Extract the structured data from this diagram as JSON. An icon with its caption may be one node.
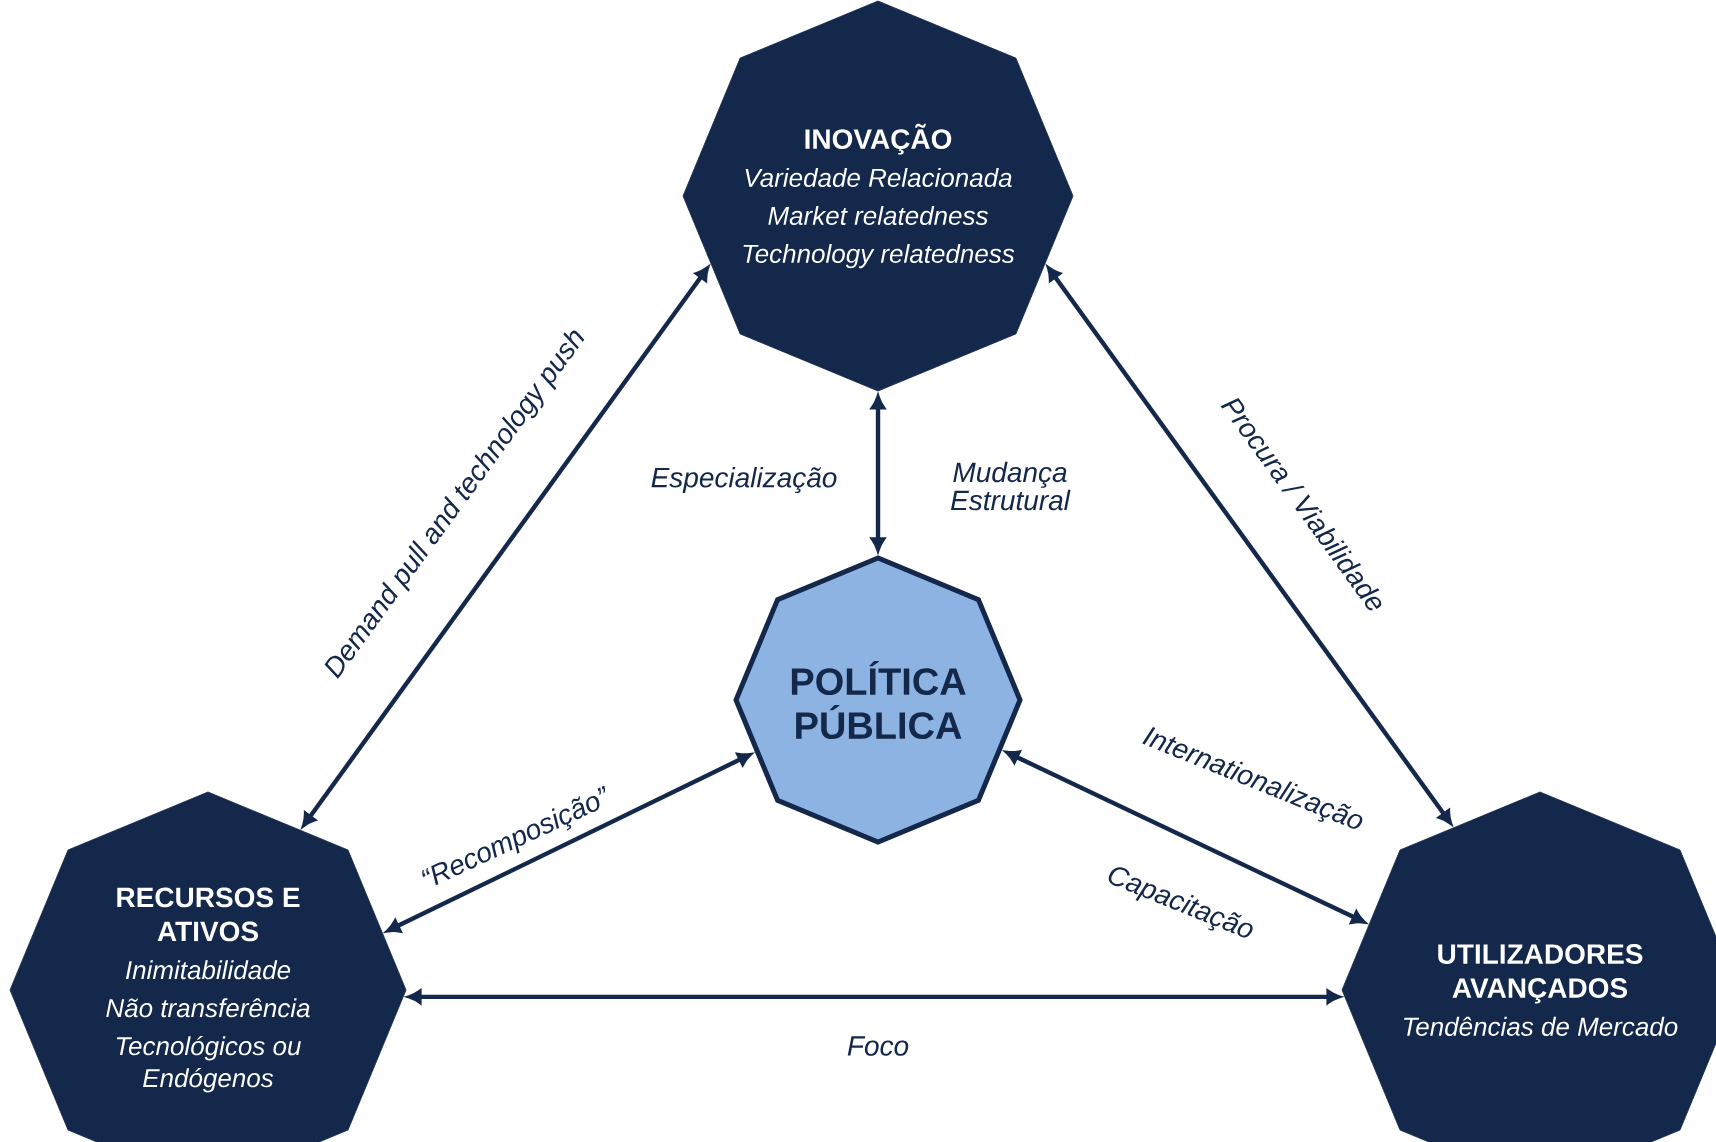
{
  "diagram": {
    "nodes": [
      {
        "text": [
          "INOVAÇÃO",
          "Variedade Relacionada",
          "Market relatedness",
          "Technology relatedness"
        ]
      },
      {
        "text": [
          "POLÍTICA PÚBLICA"
        ]
      },
      {
        "text": [
          "RECURSOS E ATIVOS",
          "Inimitabilidade",
          "Não transferência",
          "Tecnológicos ou Endógenos"
        ]
      },
      {
        "text": [
          "UTILIZADORES AVANÇADOS",
          "Tendências de Mercado"
        ]
      }
    ],
    "edges": [
      {
        "from": 0,
        "to": 2,
        "arrow": "both",
        "label": "Demand pull and technology push"
      },
      {
        "from": 0,
        "to": 3,
        "arrow": "both",
        "label": "Procura / Viabilidade"
      },
      {
        "from": 0,
        "to": 1,
        "arrow": "both"
      },
      {
        "from": 1,
        "to": 2,
        "arrow": "both",
        "label": "“Recomposição”"
      },
      {
        "from": 1,
        "to": 3,
        "arrow": "both"
      },
      {
        "from": 2,
        "to": 3,
        "arrow": "both",
        "label": "Foco"
      }
    ],
    "labels": [
      "Especialização",
      "Mudança Estrutural",
      "Internationalização",
      "Capacitação"
    ]
  }
}
